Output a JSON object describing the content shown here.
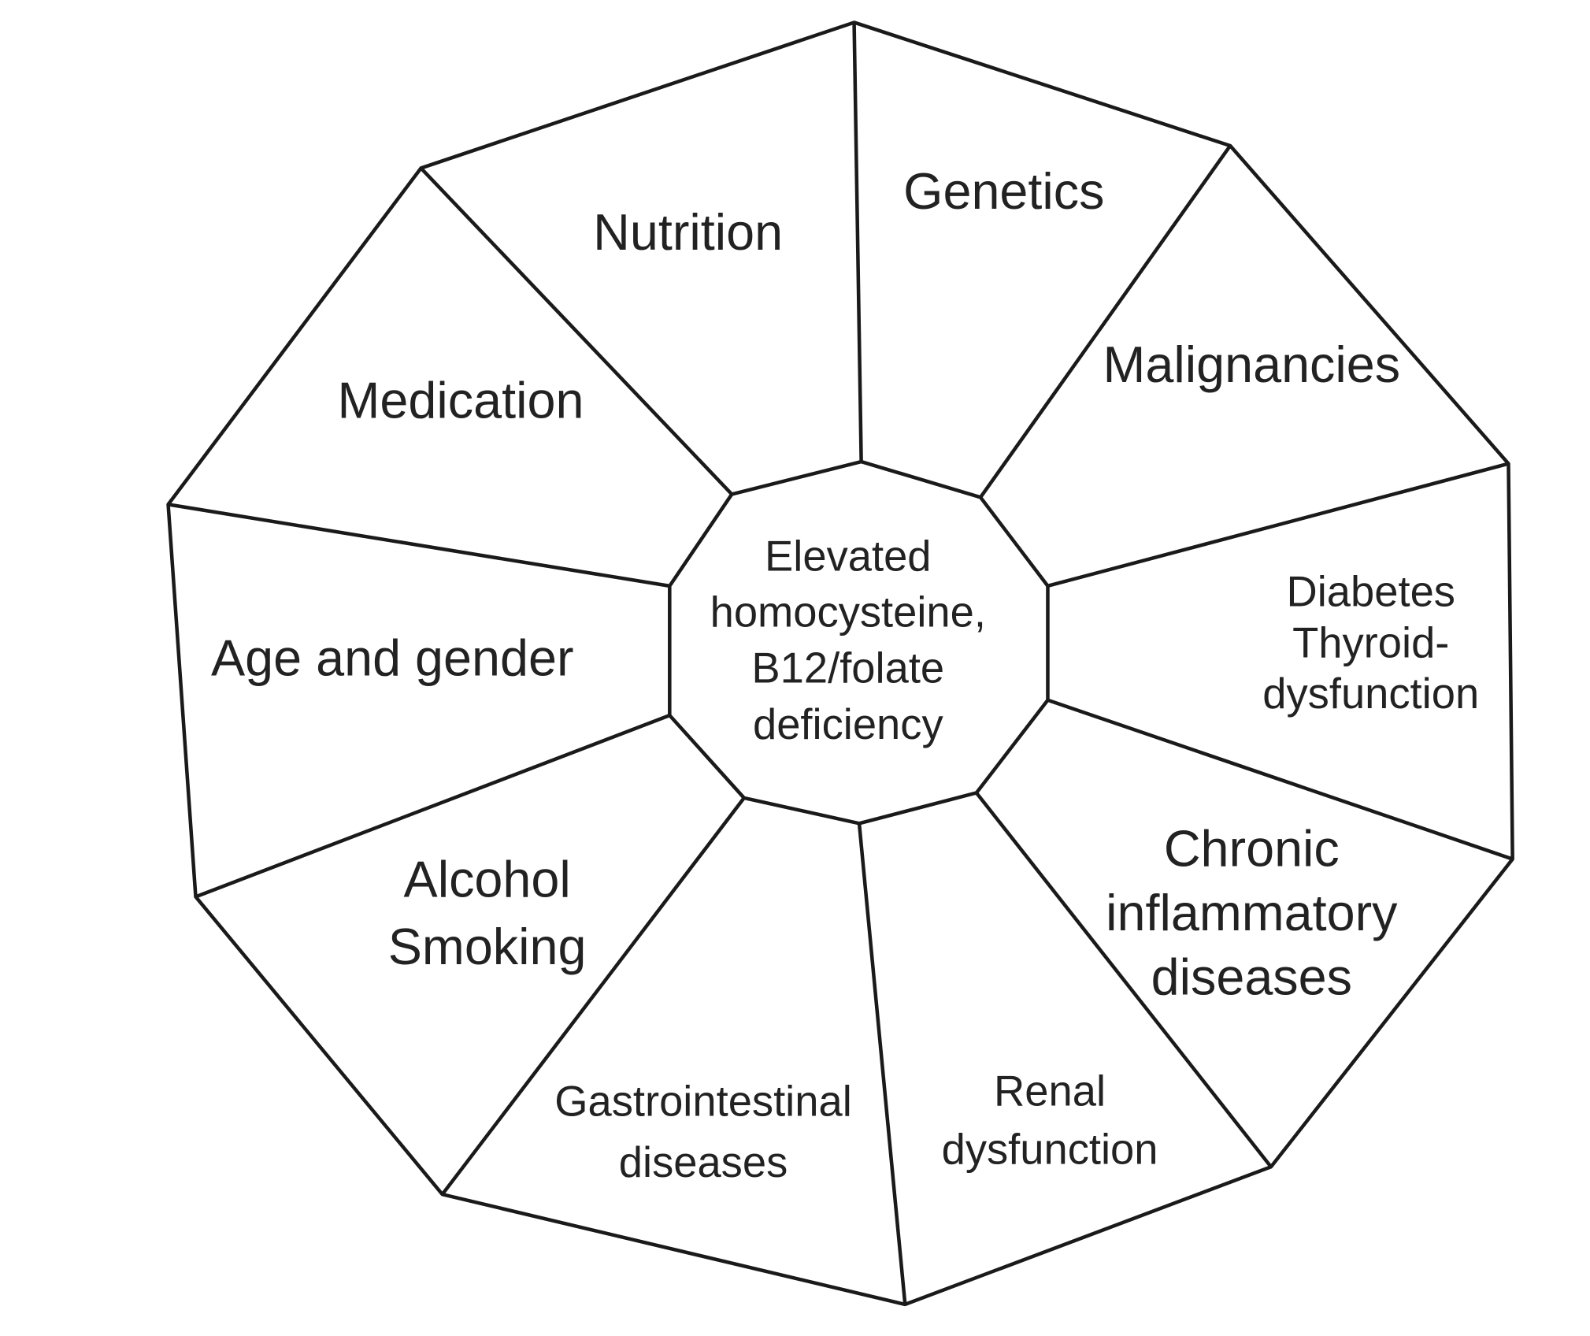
{
  "diagram": {
    "center": [
      "Elevated",
      "homocysteine,",
      "B12/folate",
      "deficiency"
    ],
    "segments": [
      {
        "name": "nutrition",
        "lines": [
          "Nutrition"
        ]
      },
      {
        "name": "genetics",
        "lines": [
          "Genetics"
        ]
      },
      {
        "name": "malignancies",
        "lines": [
          "Malignancies"
        ]
      },
      {
        "name": "diabetes-thyroid",
        "lines": [
          "Diabetes",
          "Thyroid-",
          "dysfunction"
        ]
      },
      {
        "name": "chronic-inflammatory",
        "lines": [
          "Chronic",
          "inflammatory",
          "diseases"
        ]
      },
      {
        "name": "renal",
        "lines": [
          "Renal",
          "dysfunction"
        ]
      },
      {
        "name": "gastrointestinal",
        "lines": [
          "Gastrointestinal",
          "diseases"
        ]
      },
      {
        "name": "alcohol-smoking",
        "lines": [
          "Alcohol",
          "Smoking"
        ]
      },
      {
        "name": "age-gender",
        "lines": [
          "Age and gender"
        ]
      },
      {
        "name": "medication",
        "lines": [
          "Medication"
        ]
      }
    ]
  }
}
